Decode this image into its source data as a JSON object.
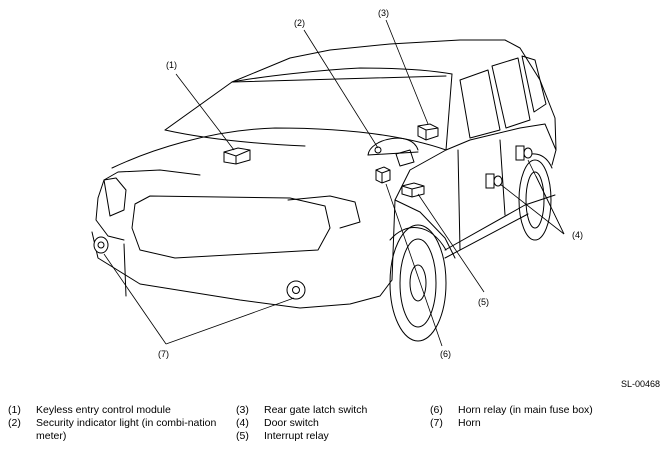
{
  "figure_id": "SL-00468",
  "callouts": {
    "c1": "(1)",
    "c2": "(2)",
    "c3": "(3)",
    "c4": "(4)",
    "c5": "(5)",
    "c6": "(6)",
    "c7": "(7)"
  },
  "legend": [
    {
      "num": "(1)",
      "text": "Keyless entry control module"
    },
    {
      "num": "(2)",
      "text": "Security indicator light (in combi-nation meter)"
    },
    {
      "num": "(3)",
      "text": "Rear gate latch switch"
    },
    {
      "num": "(4)",
      "text": "Door switch"
    },
    {
      "num": "(5)",
      "text": "Interrupt relay"
    },
    {
      "num": "(6)",
      "text": "Horn relay (in main fuse box)"
    },
    {
      "num": "(7)",
      "text": "Horn"
    }
  ]
}
